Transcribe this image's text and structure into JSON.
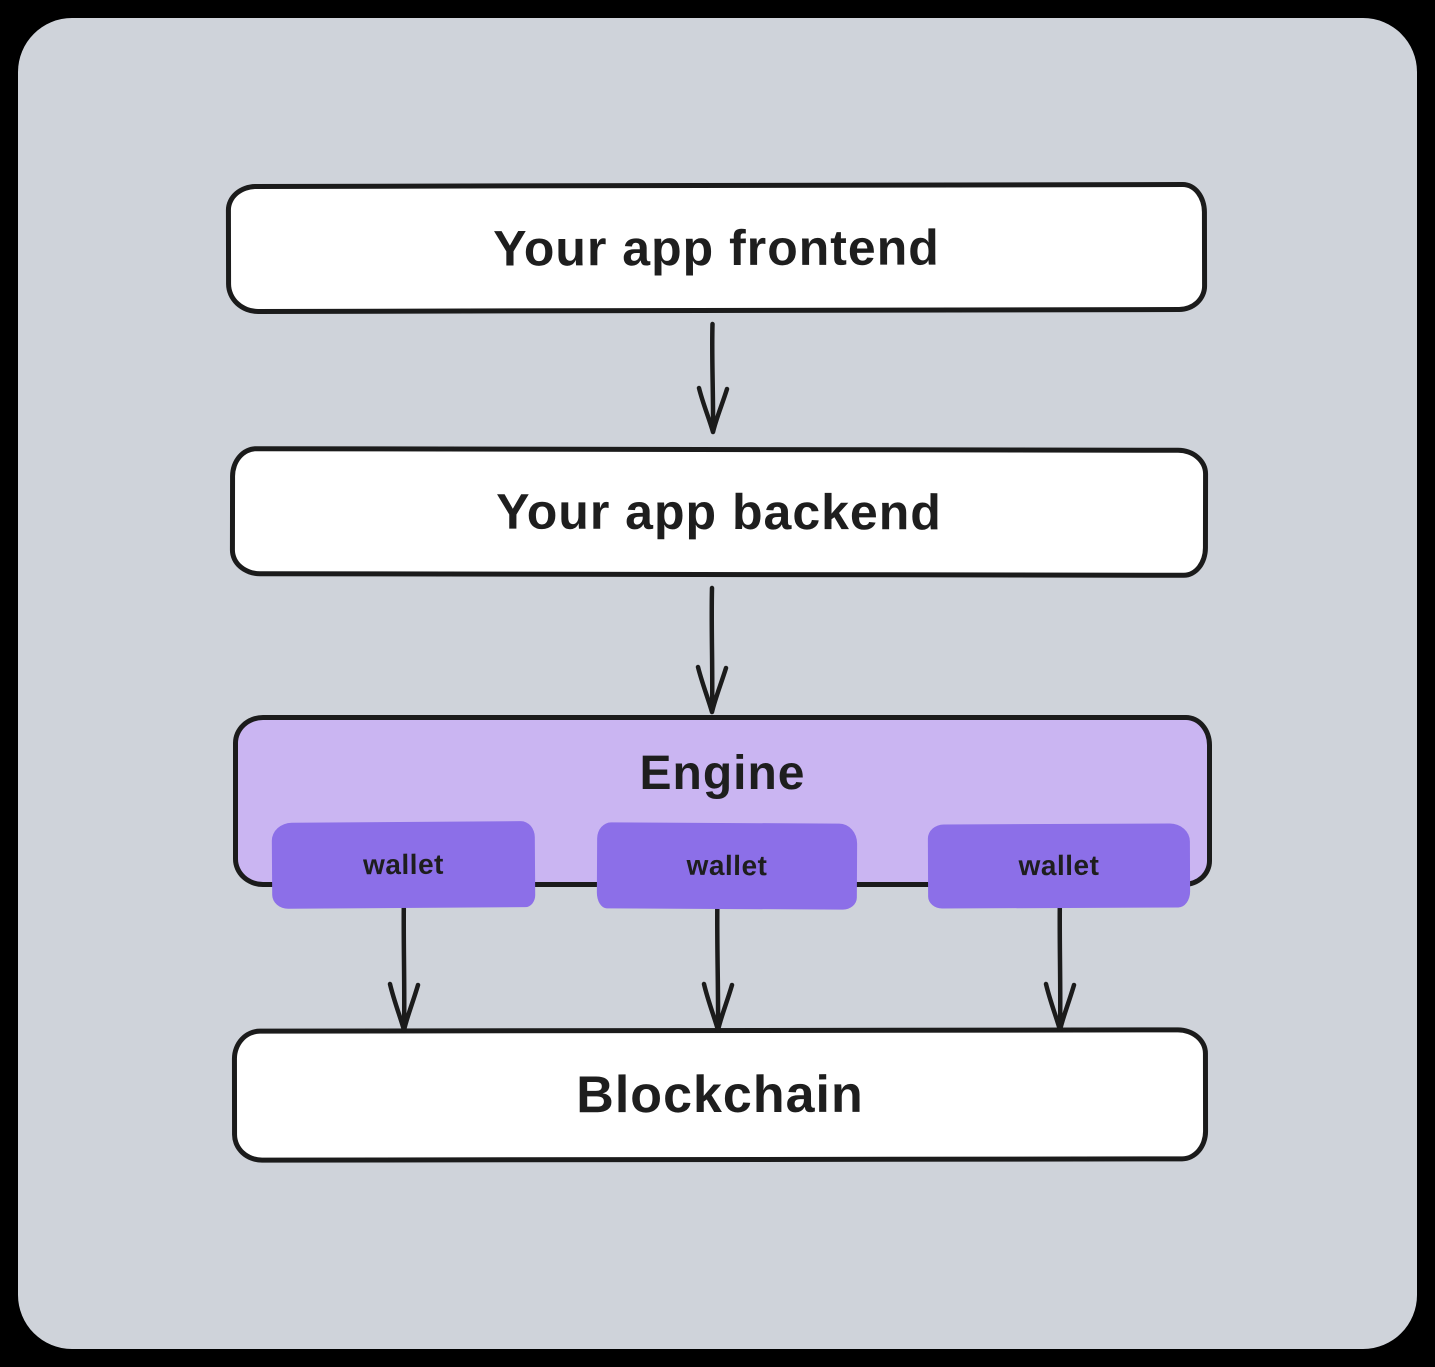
{
  "colors": {
    "page_background": "#000000",
    "board_background": "#cfd3da",
    "node_fill": "#ffffff",
    "node_stroke": "#1b1b1b",
    "engine_fill": "#cab5f2",
    "wallet_fill": "#8c6fe8",
    "text": "#1e1e1e",
    "arrow": "#1b1b1b"
  },
  "diagram": {
    "nodes": {
      "frontend": {
        "label": "Your app frontend"
      },
      "backend": {
        "label": "Your app backend"
      },
      "engine": {
        "label": "Engine",
        "wallets": [
          {
            "label": "wallet"
          },
          {
            "label": "wallet"
          },
          {
            "label": "wallet"
          }
        ]
      },
      "blockchain": {
        "label": "Blockchain"
      }
    },
    "arrows": [
      {
        "from": "frontend",
        "to": "backend"
      },
      {
        "from": "backend",
        "to": "engine"
      },
      {
        "from": "wallet-1",
        "to": "blockchain"
      },
      {
        "from": "wallet-2",
        "to": "blockchain"
      },
      {
        "from": "wallet-3",
        "to": "blockchain"
      }
    ]
  }
}
